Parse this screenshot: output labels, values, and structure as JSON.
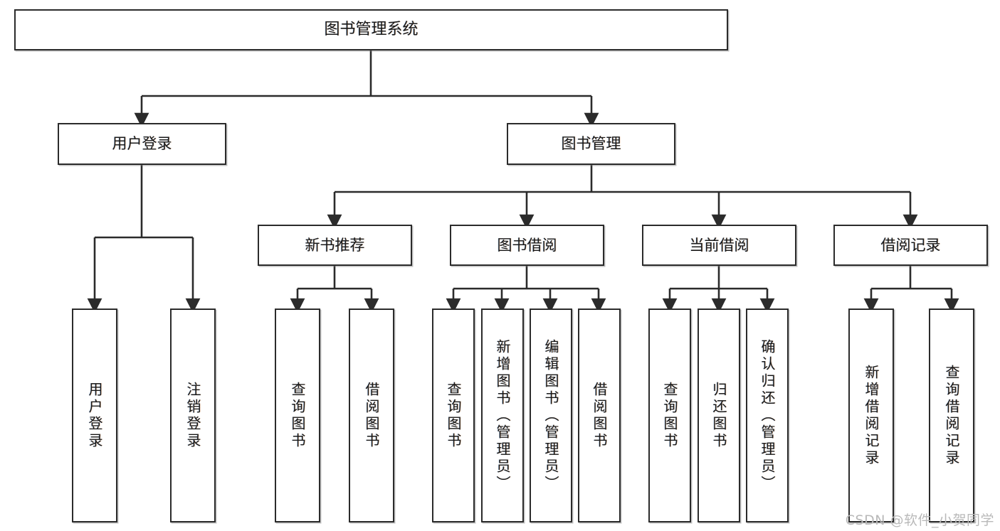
{
  "diagram": {
    "type": "tree-hierarchy-chart",
    "title": "图书管理系统",
    "stroke_color": "#2b2b2b",
    "fill_color": "#ffffff",
    "text_color": "#1a1a1a",
    "watermark": "CSDN @软件_小贺同学"
  },
  "nodes": {
    "root": {
      "label": "图书管理系统"
    },
    "level1": [
      {
        "id": "user-login",
        "label": "用户登录"
      },
      {
        "id": "book-management",
        "label": "图书管理"
      }
    ],
    "level2": [
      {
        "id": "new-book-recommend",
        "label": "新书推荐"
      },
      {
        "id": "book-borrow",
        "label": "图书借阅"
      },
      {
        "id": "current-borrow",
        "label": "当前借阅"
      },
      {
        "id": "borrow-record",
        "label": "借阅记录"
      }
    ],
    "leaves": {
      "user_login": [
        {
          "id": "leaf-user-login",
          "label": "用户登录"
        },
        {
          "id": "leaf-logout-login",
          "label": "注销登录"
        }
      ],
      "new_book_recommend": [
        {
          "id": "leaf-query-book-1",
          "label": "查询图书"
        },
        {
          "id": "leaf-borrow-book-1",
          "label": "借阅图书"
        }
      ],
      "book_borrow": [
        {
          "id": "leaf-query-book-2",
          "label": "查询图书"
        },
        {
          "id": "leaf-add-book",
          "label": "新增图书（管理员）"
        },
        {
          "id": "leaf-edit-book",
          "label": "编辑图书（管理员）"
        },
        {
          "id": "leaf-borrow-book-2",
          "label": "借阅图书"
        }
      ],
      "current_borrow": [
        {
          "id": "leaf-query-book-3",
          "label": "查询图书"
        },
        {
          "id": "leaf-return-book",
          "label": "归还图书"
        },
        {
          "id": "leaf-confirm-return",
          "label": "确认归还（管理员）"
        }
      ],
      "borrow_record": [
        {
          "id": "leaf-add-borrow-record",
          "label": "新增借阅记录"
        },
        {
          "id": "leaf-query-borrow-record",
          "label": "查询借阅记录"
        }
      ]
    }
  }
}
